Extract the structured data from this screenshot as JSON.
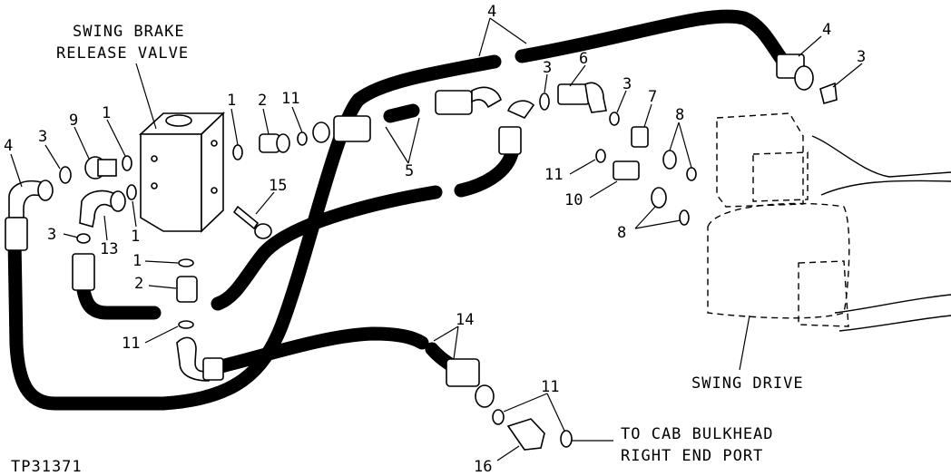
{
  "captions": {
    "valve_line1": "SWING BRAKE",
    "valve_line2": "RELEASE VALVE",
    "swing_drive": "SWING DRIVE",
    "bulkhead_line1": "TO CAB BULKHEAD",
    "bulkhead_line2": "RIGHT END PORT",
    "figure_id": "TP31371"
  },
  "callouts": {
    "c4_top": "4",
    "c4_right": "4",
    "c3_right": "3",
    "c6": "6",
    "c3_mid": "3",
    "c3_mid2": "3",
    "c7": "7",
    "c8_top": "8",
    "c8_bottom": "8",
    "c11_mid": "11",
    "c10": "10",
    "c1_top": "1",
    "c2_top": "2",
    "c11_top": "11",
    "c5": "5",
    "c15": "15",
    "c9": "9",
    "c1_left": "1",
    "c3_left": "3",
    "c4_left": "4",
    "c3_lower": "3",
    "c13": "13",
    "c1_lower": "1",
    "c1_bottom": "1",
    "c2_bottom": "2",
    "c11_bottom": "11",
    "c14": "14",
    "c11_right": "11",
    "c16": "16"
  }
}
